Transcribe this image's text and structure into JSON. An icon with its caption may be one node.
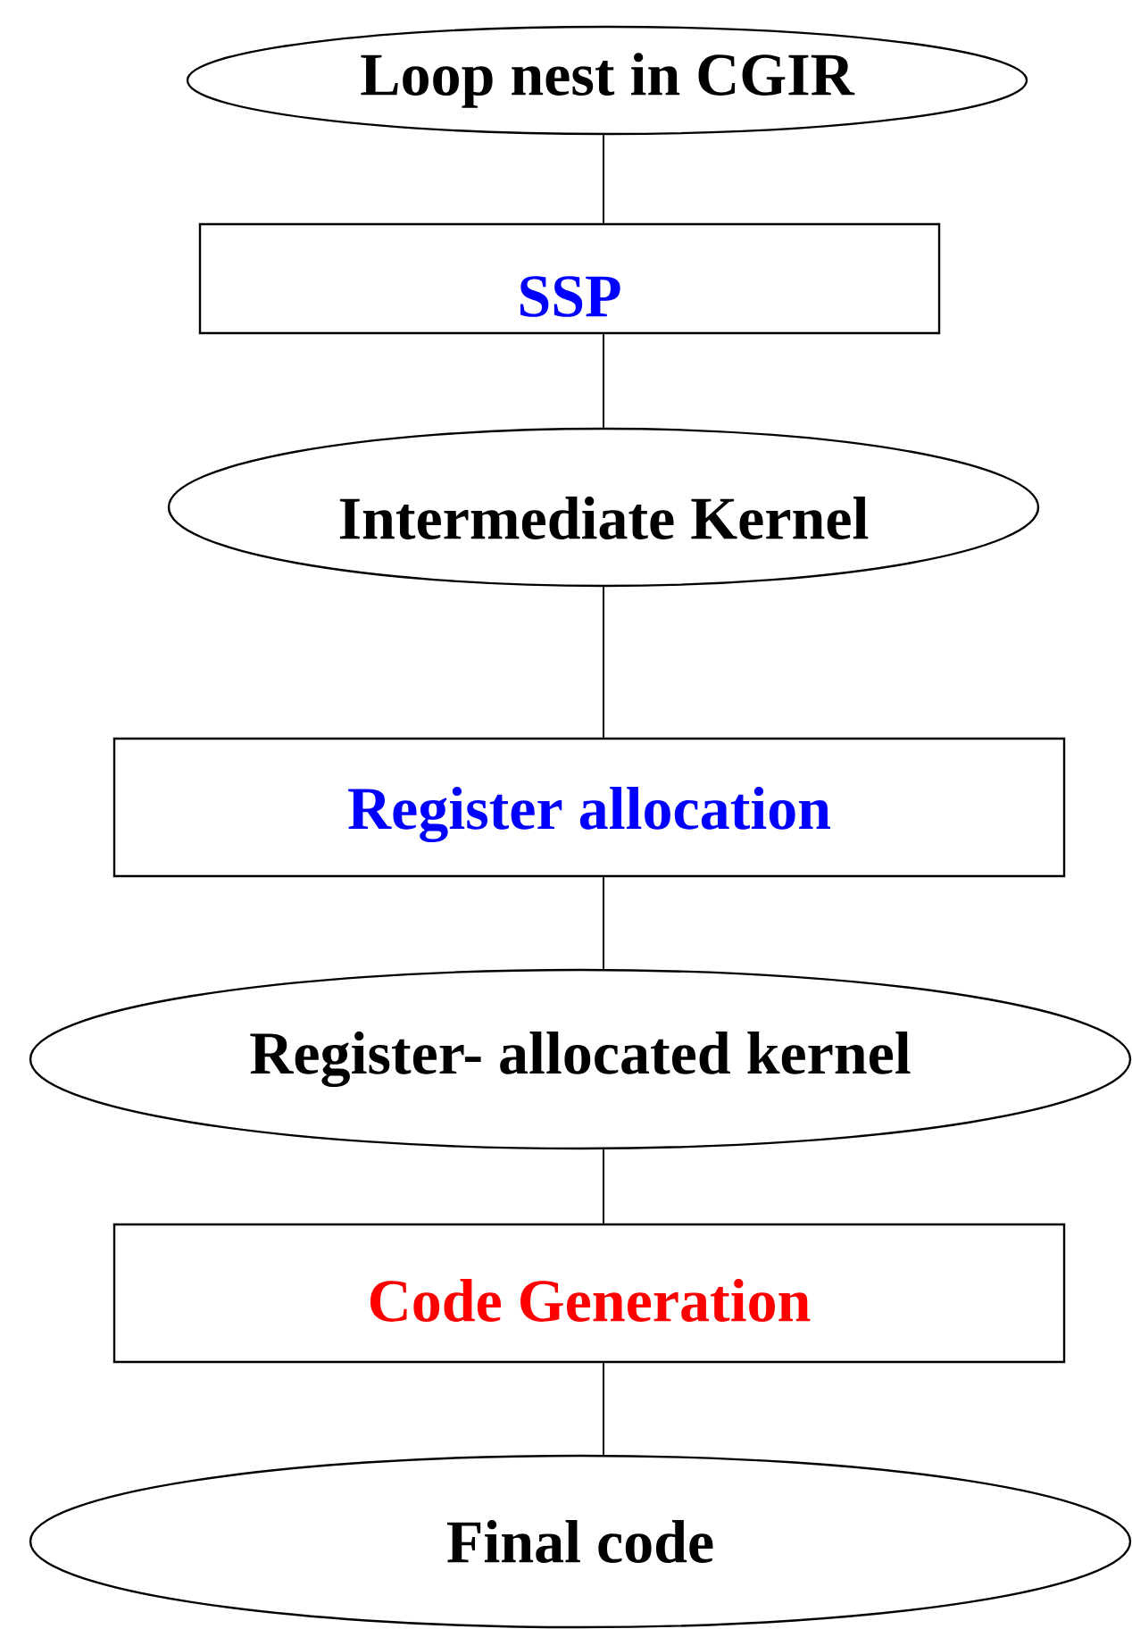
{
  "diagram": {
    "nodes": [
      {
        "text": [
          "Loop nest in CGIR"
        ]
      },
      {
        "text": [
          "SSP"
        ]
      },
      {
        "text": [
          "Intermediate Kernel"
        ]
      },
      {
        "text": [
          "Register allocation"
        ]
      },
      {
        "text": [
          "Register- allocated kernel"
        ]
      },
      {
        "text": [
          "Code Generation"
        ]
      },
      {
        "text": [
          "Final code"
        ]
      }
    ],
    "edges": [
      {
        "from": 0,
        "to": 1,
        "arrow": "none"
      },
      {
        "from": 1,
        "to": 2,
        "arrow": "none"
      },
      {
        "from": 2,
        "to": 3,
        "arrow": "none"
      },
      {
        "from": 3,
        "to": 4,
        "arrow": "none"
      },
      {
        "from": 4,
        "to": 5,
        "arrow": "none"
      },
      {
        "from": 5,
        "to": 6,
        "arrow": "none"
      }
    ]
  }
}
